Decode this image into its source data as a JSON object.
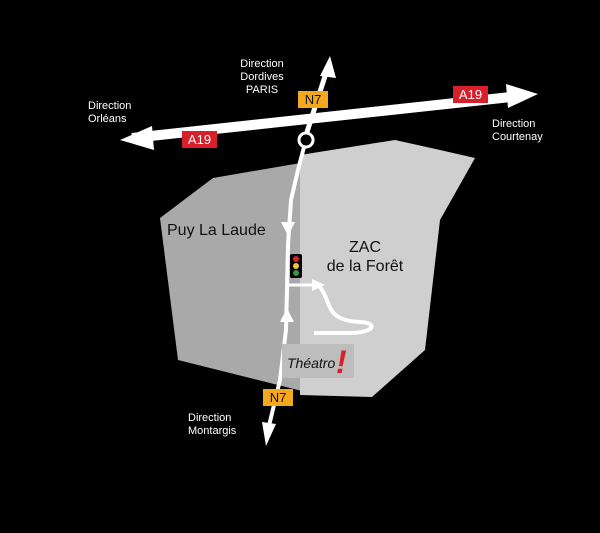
{
  "colors": {
    "background": "#000000",
    "zone_dark": "#a9a9a9",
    "zone_light": "#cfcfcf",
    "road": "#ffffff",
    "a_road_shield": "#d8202a",
    "n_road_shield": "#f4a81d",
    "theatro_box": "#bdbdbd",
    "theatro_accent": "#d8202a"
  },
  "roads": {
    "a19": {
      "label": "A19",
      "shield_color": "#d8202a"
    },
    "n7": {
      "label": "N7",
      "shield_color": "#f4a81d"
    }
  },
  "directions": {
    "north": {
      "lines": [
        "Direction",
        "Dordives",
        "PARIS"
      ]
    },
    "west": {
      "lines": [
        "Direction",
        "Orléans"
      ]
    },
    "east": {
      "lines": [
        "Direction",
        "Courtenay"
      ]
    },
    "south": {
      "lines": [
        "Direction",
        "Montargis"
      ]
    }
  },
  "zones": {
    "west": {
      "label": "Puy La Laude"
    },
    "east": {
      "lines": [
        "ZAC",
        "de la Forêt"
      ]
    }
  },
  "venue": {
    "name": "Théatro",
    "mark": "!"
  },
  "icons": {
    "traffic_light": "traffic-light-icon",
    "roundabout": "roundabout-icon"
  }
}
